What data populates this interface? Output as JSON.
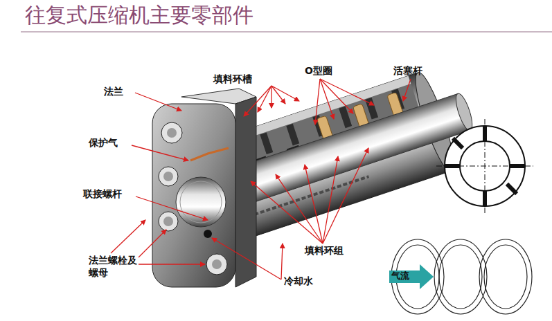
{
  "diagram": {
    "title": "往复式压缩机主要零部件",
    "labels": [
      "法兰",
      "填料环槽",
      "O型圈",
      "活塞杆",
      "保护气",
      "联接螺杆",
      "法兰螺栓及螺母",
      "冷却水",
      "填料环组",
      "气流"
    ]
  }
}
